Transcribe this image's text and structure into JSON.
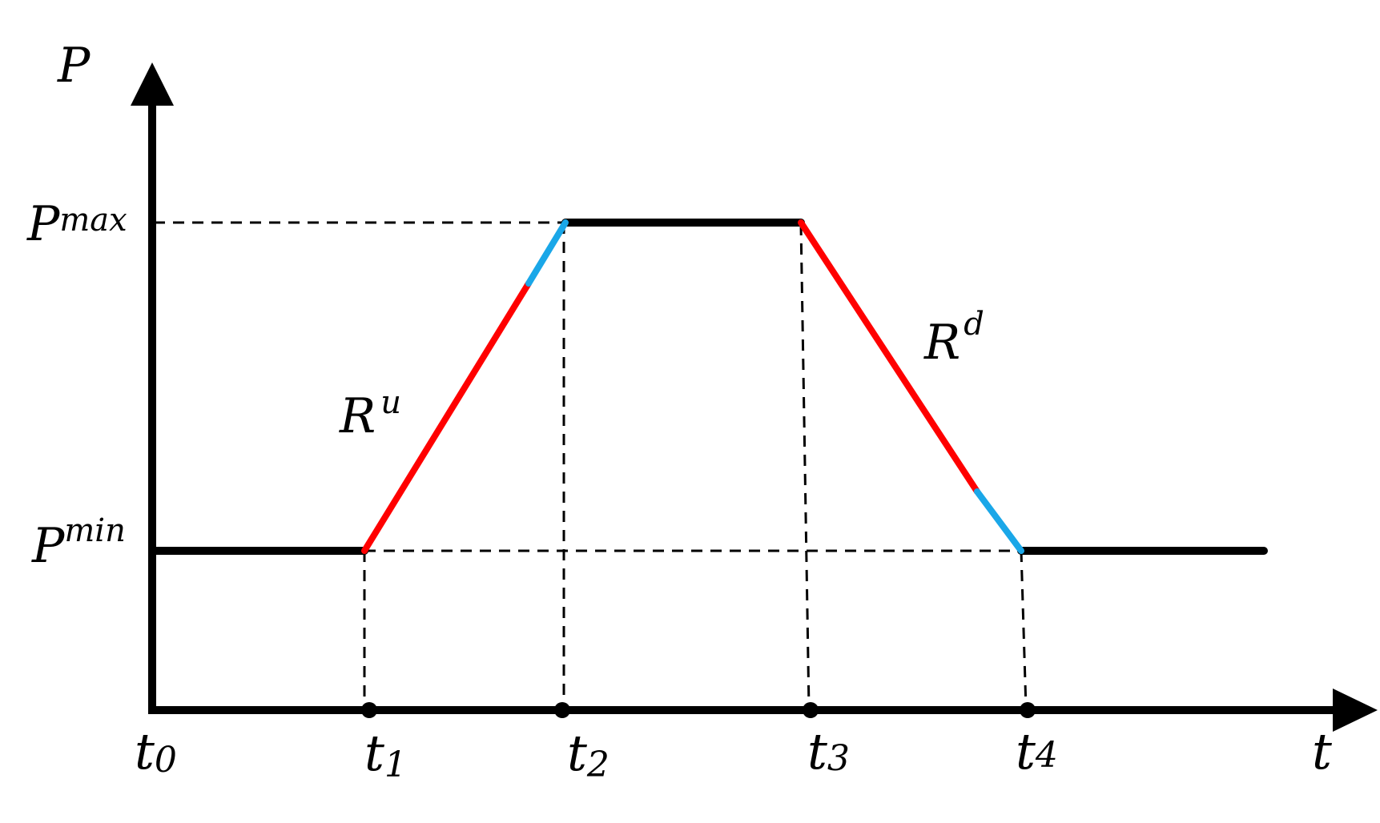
{
  "labels": {
    "y_axis": "P",
    "x_axis": "t",
    "p_max": {
      "base": "P",
      "sub": "max"
    },
    "p_min": {
      "base": "P",
      "sub": "min"
    },
    "ramp_up": {
      "base": "R",
      "sup": "u"
    },
    "ramp_down": {
      "base": "R",
      "sup": "d"
    },
    "times": [
      {
        "base": "t",
        "sub": "0"
      },
      {
        "base": "t",
        "sub": "1"
      },
      {
        "base": "t",
        "sub": "2"
      },
      {
        "base": "t",
        "sub": "3"
      },
      {
        "base": "t",
        "sub": "4"
      }
    ]
  },
  "colors": {
    "axis": "#000000",
    "power_curve": "#000000",
    "ramp": "#ff0000",
    "ramp_tip": "#1aa7e8",
    "guides": "#000000"
  }
}
